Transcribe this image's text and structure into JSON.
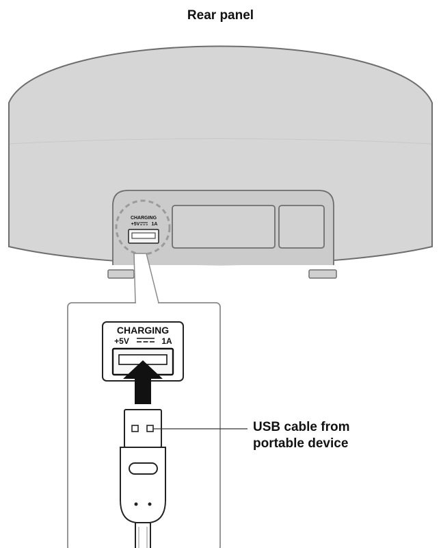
{
  "title": "Rear panel",
  "port_label": {
    "line1": "CHARGING",
    "line2_left": "+5V",
    "line2_right": "1A"
  },
  "callout": {
    "line1": "USB cable from",
    "line2": "portable device"
  },
  "colors": {
    "body_fill": "#d6d6d6",
    "body_outline": "#6e6e6e",
    "text": "#111111",
    "arrow": "#111111"
  }
}
